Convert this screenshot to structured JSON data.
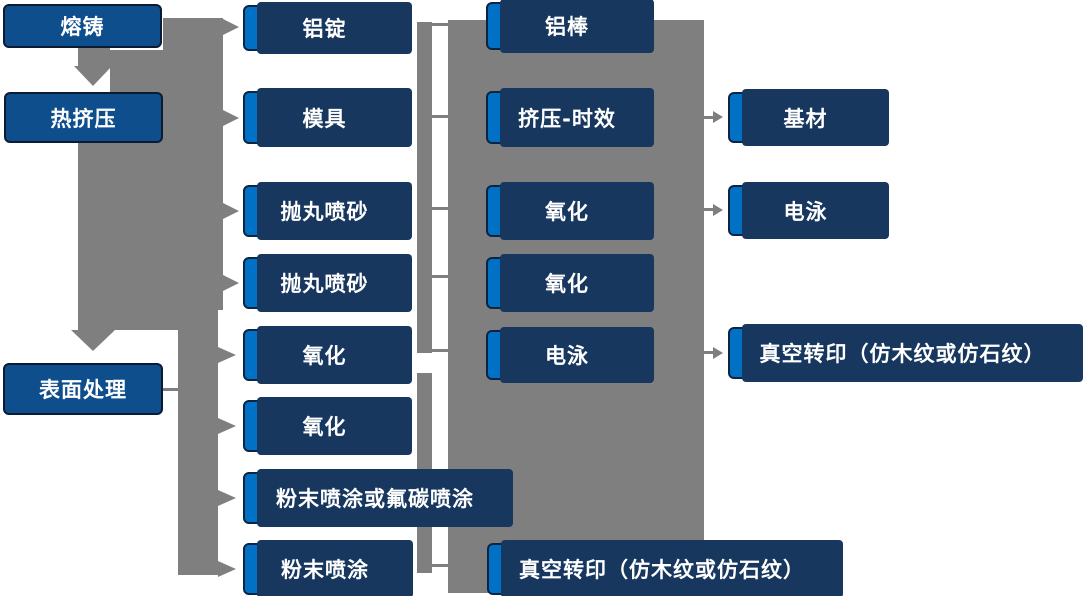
{
  "diagram_title": "",
  "colors": {
    "primary_box": "#0071C5",
    "dark_box": "#0F4E8C",
    "connector_gray": "#7F7F7F",
    "box_border": "#0C2441",
    "box_shadow": "#17375E",
    "text_color": "#FFFFFF"
  },
  "nodes": {
    "melting_casting": {
      "label": "熔铸"
    },
    "hot_extrusion": {
      "label": "热挤压"
    },
    "surface_treatment": {
      "label": "表面处理"
    },
    "aluminum_ingot": {
      "label": "铝锭"
    },
    "mold": {
      "label": "模具"
    },
    "shot_blasting_1": {
      "label": "抛丸喷砂"
    },
    "shot_blasting_2": {
      "label": "抛丸喷砂"
    },
    "oxidation_1": {
      "label": "氧化"
    },
    "oxidation_2": {
      "label": "氧化"
    },
    "powder_or_fluorocarbon": {
      "label": "粉末喷涂或氟碳喷涂"
    },
    "powder_coating": {
      "label": "粉末喷涂"
    },
    "aluminum_rod": {
      "label": "铝棒"
    },
    "extrusion_aging": {
      "label": "挤压-时效"
    },
    "oxidation_3": {
      "label": "氧化"
    },
    "oxidation_4": {
      "label": "氧化"
    },
    "electrophoresis_1": {
      "label": "电泳"
    },
    "vacuum_transfer_1": {
      "label": "真空转印（仿木纹或仿石纹）"
    },
    "base_material": {
      "label": "基材"
    },
    "electrophoresis_2": {
      "label": "电泳"
    },
    "vacuum_transfer_2": {
      "label": "真空转印（仿木纹或仿石纹）"
    }
  }
}
